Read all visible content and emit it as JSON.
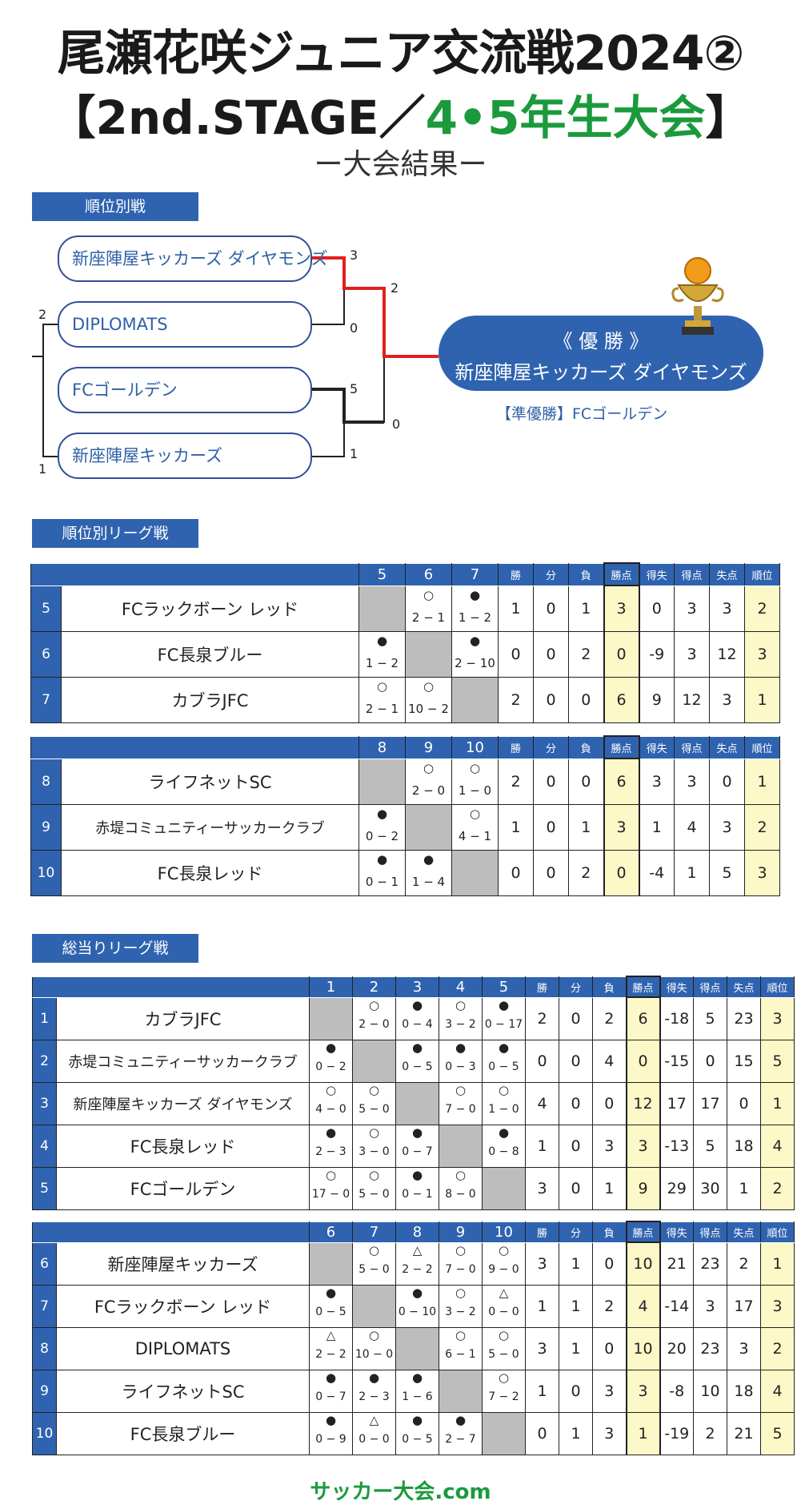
{
  "header": {
    "title": "尾瀬花咲ジュニア交流戦2024②",
    "stage_prefix": "【2nd.STAGE／",
    "stage_green": "4•5年生大会",
    "stage_suffix": "】",
    "subtitle": "ー大会結果ー"
  },
  "bracket": {
    "section": "順位別戦",
    "teams": [
      "新座陣屋キッカーズ ダイヤモンズ",
      "DIPLOMATS",
      "FCゴールデン",
      "新座陣屋キッカーズ"
    ],
    "scores": {
      "s1": "3",
      "s2": "0",
      "s3": "5",
      "s4": "1",
      "f1": "2",
      "f2": "0",
      "left_top": "2",
      "left_bot": "1"
    },
    "champion_label": "《 優 勝 》",
    "champion": "新座陣屋キッカーズ ダイヤモンズ",
    "runner_up": "【準優勝】FCゴールデン",
    "colors": {
      "win_line": "#e02020",
      "line": "#222222"
    }
  },
  "rank_league": {
    "section": "順位別リーグ戦",
    "headers": [
      "勝",
      "分",
      "負",
      "勝点",
      "得失",
      "得点",
      "失点",
      "順位"
    ],
    "groups": [
      {
        "cols": [
          "5",
          "6",
          "7"
        ],
        "rows": [
          {
            "no": "5",
            "name": "FCラックボーン レッド",
            "results": [
              null,
              {
                "m": "○",
                "s": "2 − 1"
              },
              {
                "m": "●",
                "s": "1 − 2"
              }
            ],
            "stats": [
              "1",
              "0",
              "1",
              "3",
              "0",
              "3",
              "3",
              "2"
            ]
          },
          {
            "no": "6",
            "name": "FC長泉ブルー",
            "results": [
              {
                "m": "●",
                "s": "1 − 2"
              },
              null,
              {
                "m": "●",
                "s": "2 − 10"
              }
            ],
            "stats": [
              "0",
              "0",
              "2",
              "0",
              "-9",
              "3",
              "12",
              "3"
            ]
          },
          {
            "no": "7",
            "name": "カブラJFC",
            "results": [
              {
                "m": "○",
                "s": "2 − 1"
              },
              {
                "m": "○",
                "s": "10 − 2"
              },
              null
            ],
            "stats": [
              "2",
              "0",
              "0",
              "6",
              "9",
              "12",
              "3",
              "1"
            ]
          }
        ]
      },
      {
        "cols": [
          "8",
          "9",
          "10"
        ],
        "rows": [
          {
            "no": "8",
            "name": "ライフネットSC",
            "results": [
              null,
              {
                "m": "○",
                "s": "2 − 0"
              },
              {
                "m": "○",
                "s": "1 − 0"
              }
            ],
            "stats": [
              "2",
              "0",
              "0",
              "6",
              "3",
              "3",
              "0",
              "1"
            ]
          },
          {
            "no": "9",
            "name": "赤堤コミュニティーサッカークラブ",
            "results": [
              {
                "m": "●",
                "s": "0 − 2"
              },
              null,
              {
                "m": "○",
                "s": "4 − 1"
              }
            ],
            "stats": [
              "1",
              "0",
              "1",
              "3",
              "1",
              "4",
              "3",
              "2"
            ]
          },
          {
            "no": "10",
            "name": "FC長泉レッド",
            "results": [
              {
                "m": "●",
                "s": "0 − 1"
              },
              {
                "m": "●",
                "s": "1 − 4"
              },
              null
            ],
            "stats": [
              "0",
              "0",
              "2",
              "0",
              "-4",
              "1",
              "5",
              "3"
            ]
          }
        ]
      }
    ]
  },
  "round_robin": {
    "section": "総当りリーグ戦",
    "headers": [
      "勝",
      "分",
      "負",
      "勝点",
      "得失",
      "得点",
      "失点",
      "順位"
    ],
    "groups": [
      {
        "cols": [
          "1",
          "2",
          "3",
          "4",
          "5"
        ],
        "rows": [
          {
            "no": "1",
            "name": "カブラJFC",
            "results": [
              null,
              {
                "m": "○",
                "s": "2 − 0"
              },
              {
                "m": "●",
                "s": "0 − 4"
              },
              {
                "m": "○",
                "s": "3 − 2"
              },
              {
                "m": "●",
                "s": "0 − 17"
              }
            ],
            "stats": [
              "2",
              "0",
              "2",
              "6",
              "-18",
              "5",
              "23",
              "3"
            ]
          },
          {
            "no": "2",
            "name": "赤堤コミュニティーサッカークラブ",
            "results": [
              {
                "m": "●",
                "s": "0 − 2"
              },
              null,
              {
                "m": "●",
                "s": "0 − 5"
              },
              {
                "m": "●",
                "s": "0 − 3"
              },
              {
                "m": "●",
                "s": "0 − 5"
              }
            ],
            "stats": [
              "0",
              "0",
              "4",
              "0",
              "-15",
              "0",
              "15",
              "5"
            ]
          },
          {
            "no": "3",
            "name": "新座陣屋キッカーズ ダイヤモンズ",
            "results": [
              {
                "m": "○",
                "s": "4 − 0"
              },
              {
                "m": "○",
                "s": "5 − 0"
              },
              null,
              {
                "m": "○",
                "s": "7 − 0"
              },
              {
                "m": "○",
                "s": "1 − 0"
              }
            ],
            "stats": [
              "4",
              "0",
              "0",
              "12",
              "17",
              "17",
              "0",
              "1"
            ]
          },
          {
            "no": "4",
            "name": "FC長泉レッド",
            "results": [
              {
                "m": "●",
                "s": "2 − 3"
              },
              {
                "m": "○",
                "s": "3 − 0"
              },
              {
                "m": "●",
                "s": "0 − 7"
              },
              null,
              {
                "m": "●",
                "s": "0 − 8"
              }
            ],
            "stats": [
              "1",
              "0",
              "3",
              "3",
              "-13",
              "5",
              "18",
              "4"
            ]
          },
          {
            "no": "5",
            "name": "FCゴールデン",
            "results": [
              {
                "m": "○",
                "s": "17 − 0"
              },
              {
                "m": "○",
                "s": "5 − 0"
              },
              {
                "m": "●",
                "s": "0 − 1"
              },
              {
                "m": "○",
                "s": "8 − 0"
              },
              null
            ],
            "stats": [
              "3",
              "0",
              "1",
              "9",
              "29",
              "30",
              "1",
              "2"
            ]
          }
        ]
      },
      {
        "cols": [
          "6",
          "7",
          "8",
          "9",
          "10"
        ],
        "rows": [
          {
            "no": "6",
            "name": "新座陣屋キッカーズ",
            "results": [
              null,
              {
                "m": "○",
                "s": "5 − 0"
              },
              {
                "m": "△",
                "s": "2 − 2"
              },
              {
                "m": "○",
                "s": "7 − 0"
              },
              {
                "m": "○",
                "s": "9 − 0"
              }
            ],
            "stats": [
              "3",
              "1",
              "0",
              "10",
              "21",
              "23",
              "2",
              "1"
            ]
          },
          {
            "no": "7",
            "name": "FCラックボーン レッド",
            "results": [
              {
                "m": "●",
                "s": "0 − 5"
              },
              null,
              {
                "m": "●",
                "s": "0 − 10"
              },
              {
                "m": "○",
                "s": "3 − 2"
              },
              {
                "m": "△",
                "s": "0 − 0"
              }
            ],
            "stats": [
              "1",
              "1",
              "2",
              "4",
              "-14",
              "3",
              "17",
              "3"
            ]
          },
          {
            "no": "8",
            "name": "DIPLOMATS",
            "results": [
              {
                "m": "△",
                "s": "2 − 2"
              },
              {
                "m": "○",
                "s": "10 − 0"
              },
              null,
              {
                "m": "○",
                "s": "6 − 1"
              },
              {
                "m": "○",
                "s": "5 − 0"
              }
            ],
            "stats": [
              "3",
              "1",
              "0",
              "10",
              "20",
              "23",
              "3",
              "2"
            ]
          },
          {
            "no": "9",
            "name": "ライフネットSC",
            "results": [
              {
                "m": "●",
                "s": "0 − 7"
              },
              {
                "m": "●",
                "s": "2 − 3"
              },
              {
                "m": "●",
                "s": "1 − 6"
              },
              null,
              {
                "m": "○",
                "s": "7 − 2"
              }
            ],
            "stats": [
              "1",
              "0",
              "3",
              "3",
              "-8",
              "10",
              "18",
              "4"
            ]
          },
          {
            "no": "10",
            "name": "FC長泉ブルー",
            "results": [
              {
                "m": "●",
                "s": "0 − 9"
              },
              {
                "m": "△",
                "s": "0 − 0"
              },
              {
                "m": "●",
                "s": "0 − 5"
              },
              {
                "m": "●",
                "s": "2 − 7"
              },
              null
            ],
            "stats": [
              "0",
              "1",
              "3",
              "1",
              "-19",
              "2",
              "21",
              "5"
            ]
          }
        ]
      }
    ]
  },
  "footer": {
    "logo": "サッカー大会.com"
  }
}
